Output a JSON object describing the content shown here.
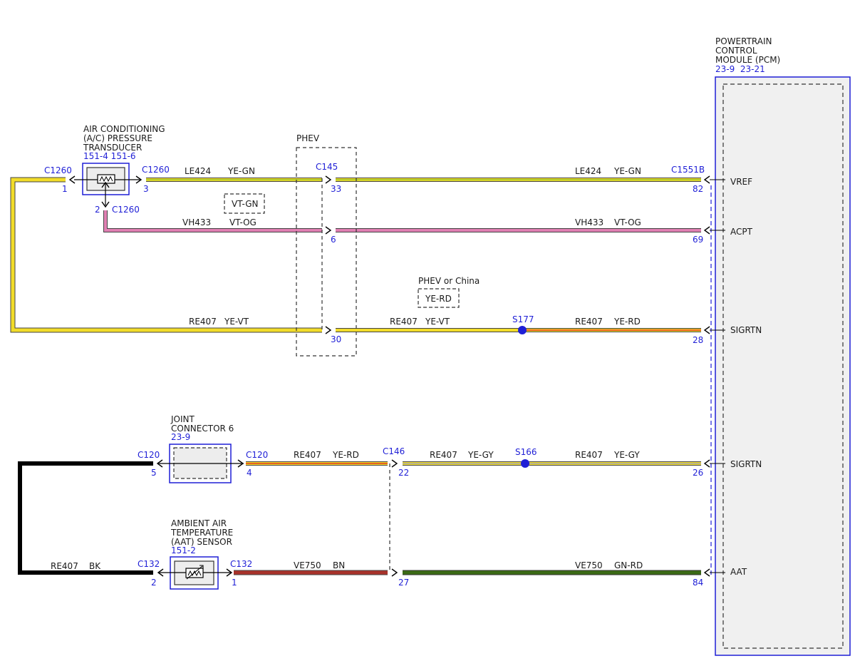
{
  "pcm": {
    "title_lines": [
      "POWERTRAIN",
      "CONTROL",
      "MODULE (PCM)"
    ],
    "refs": "23-9  23-21",
    "pins": {
      "vref": "VREF",
      "acpt": "ACPT",
      "sigrtn1": "SIGRTN",
      "sigrtn2": "SIGRTN",
      "aat": "AAT"
    }
  },
  "ac_transducer": {
    "title_lines": [
      "AIR CONDITIONING",
      "(A/C) PRESSURE",
      "TRANSDUCER"
    ],
    "refs": "151-4 151-6",
    "conn_left": "C1260",
    "pin_left": "1",
    "conn_right": "C1260",
    "pin_right": "3",
    "conn_bottom": "C1260",
    "pin_bottom": "2"
  },
  "joint_connector": {
    "title_lines": [
      "JOINT",
      "CONNECTOR 6"
    ],
    "refs": "23-9",
    "conn_left": "C120",
    "pin_left": "5",
    "conn_right": "C120",
    "pin_right": "4"
  },
  "aat_sensor": {
    "title_lines": [
      "AMBIENT AIR",
      "TEMPERATURE",
      "(AAT) SENSOR"
    ],
    "refs": "151-2",
    "conn_left": "C132",
    "pin_left": "2",
    "conn_right": "C132",
    "pin_right": "1"
  },
  "phev_box": {
    "label": "PHEV",
    "connector": "C145",
    "pins": [
      "33",
      "6",
      "30"
    ]
  },
  "c146": {
    "connector": "C146",
    "pins": [
      "22",
      "27"
    ]
  },
  "c1551b": {
    "connector": "C1551B",
    "pins": [
      "82",
      "69",
      "28",
      "26",
      "84"
    ]
  },
  "variants": {
    "vt_gn": "VT-GN",
    "phev_or_china": "PHEV or China",
    "ye_rd": "YE-RD"
  },
  "splices": {
    "s177": "S177",
    "s166": "S166"
  },
  "wires": {
    "le424_a": {
      "circuit": "LE424",
      "color": "YE-GN"
    },
    "le424_b": {
      "circuit": "LE424",
      "color": "YE-GN"
    },
    "vh433_a": {
      "circuit": "VH433",
      "color": "VT-OG"
    },
    "vh433_b": {
      "circuit": "VH433",
      "color": "VT-OG"
    },
    "re407_a": {
      "circuit": "RE407",
      "color": "YE-VT"
    },
    "re407_b": {
      "circuit": "RE407",
      "color": "YE-VT"
    },
    "re407_c": {
      "circuit": "RE407",
      "color": "YE-RD"
    },
    "re407_d": {
      "circuit": "RE407",
      "color": "YE-RD"
    },
    "re407_e": {
      "circuit": "RE407",
      "color": "YE-GY"
    },
    "re407_f": {
      "circuit": "RE407",
      "color": "YE-GY"
    },
    "re407_bk": {
      "circuit": "RE407",
      "color": "BK"
    },
    "ve750_a": {
      "circuit": "VE750",
      "color": "BN"
    },
    "ve750_b": {
      "circuit": "VE750",
      "color": "GN-RD"
    }
  },
  "colors": {
    "label_blue": "#1f1fd6",
    "yellow": "#f2dc2a",
    "green": "#9cc62a",
    "violet": "#e07fb2",
    "orange_red": "#e23a1e",
    "gray": "#a8a8a8",
    "brown": "#a8322a",
    "dark_green": "#3b6a15",
    "black": "#000000"
  }
}
